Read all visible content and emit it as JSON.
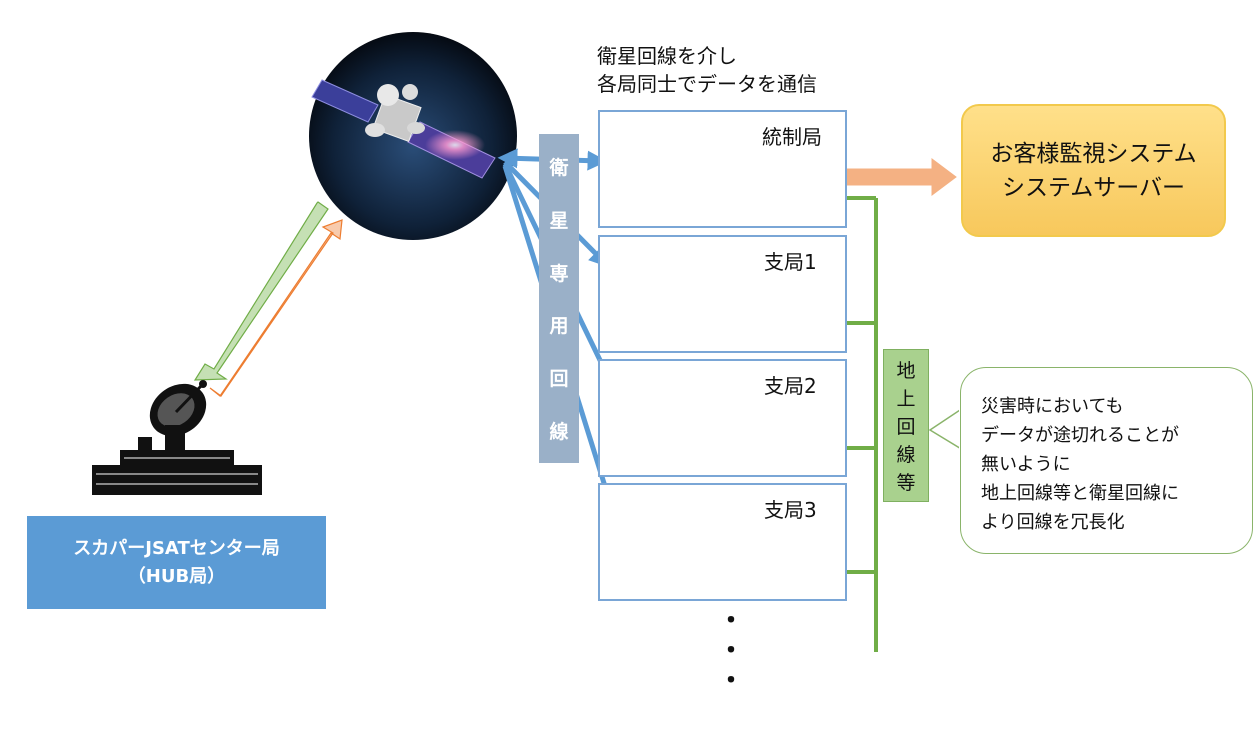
{
  "caption": {
    "line1": "衛星回線を介し",
    "line2": "各局同士でデータを通信"
  },
  "stations": [
    {
      "label": "統制局"
    },
    {
      "label": "支局1"
    },
    {
      "label": "支局2"
    },
    {
      "label": "支局3"
    }
  ],
  "satellite_line": {
    "chars": [
      "衛",
      "星",
      "専",
      "用",
      "回",
      "線"
    ]
  },
  "ground_line": {
    "chars": [
      "地",
      "上",
      "回",
      "線",
      "等"
    ]
  },
  "server": {
    "line1": "お客様監視システム",
    "line2": "システムサーバー"
  },
  "callout": {
    "lines": [
      "災害時においても",
      "データが途切れることが",
      "無いように",
      "地上回線等と衛星回線に",
      "より回線を冗長化"
    ]
  },
  "hub": {
    "line1": "スカパーJSATセンター局",
    "line2": "（HUB局）"
  },
  "ellipsis": [
    "・",
    "・",
    "・"
  ],
  "colors": {
    "satellite_arrow": "#5b9bd5",
    "ground_line": "#70ad47",
    "uplink_arrow": "#f4b183",
    "downlink_arrow": "#a9d18e",
    "server_fill": "#ffd966",
    "hub_fill": "#5b9bd5"
  }
}
